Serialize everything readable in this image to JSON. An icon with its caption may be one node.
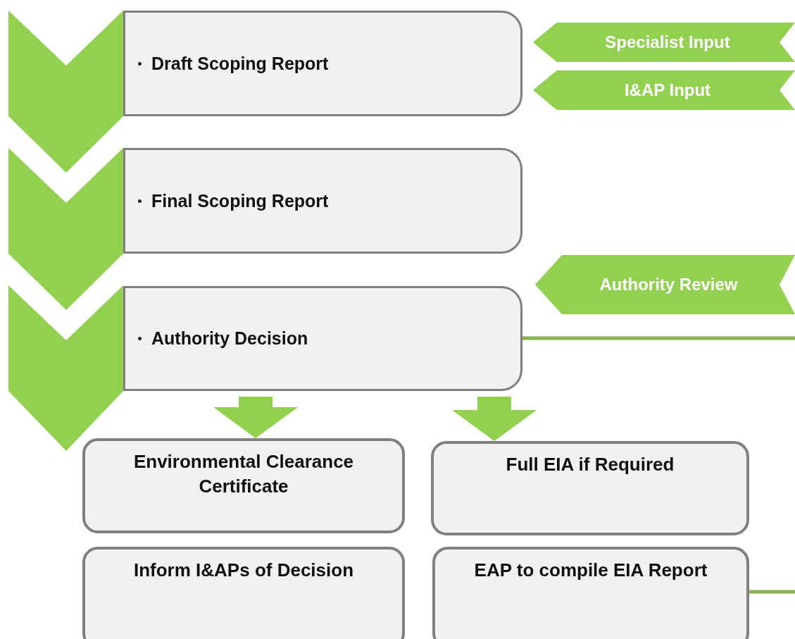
{
  "diagram": {
    "nodes": [
      {
        "text": [
          "Draft Scoping Report"
        ]
      },
      {
        "text": [
          "Final Scoping Report"
        ]
      },
      {
        "text": [
          "Authority Decision"
        ]
      },
      {
        "text": [
          "Specialist Input"
        ]
      },
      {
        "text": [
          "I&AP Input"
        ]
      },
      {
        "text": [
          "Authority Review"
        ]
      },
      {
        "text": [
          "Environmental Clearance Certificate"
        ]
      },
      {
        "text": [
          "Full EIA if Required"
        ]
      },
      {
        "text": [
          "Inform I&APs of Decision"
        ]
      },
      {
        "text": [
          "EAP to compile EIA Report"
        ]
      }
    ],
    "edges": [
      {
        "from": 2,
        "to": 6,
        "arrow": "to",
        "style": "thick"
      },
      {
        "from": 2,
        "to": 7,
        "arrow": "to",
        "style": "thick"
      },
      {
        "from": 2,
        "to": null,
        "arrow": "none",
        "color": "#8db255"
      },
      {
        "from": 9,
        "to": null,
        "arrow": "none",
        "color": "#8db255"
      }
    ]
  }
}
